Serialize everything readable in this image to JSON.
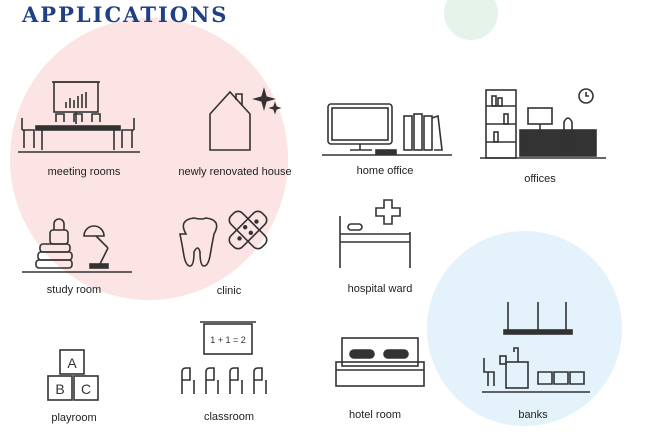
{
  "heading": "APPLICATIONS",
  "colors": {
    "heading": "#1f3f86",
    "circle_pink": "#fce3e4",
    "circle_green": "#e6f3ea",
    "circle_blue": "#e4f2fc",
    "icon_stroke": "#333333"
  },
  "applications": [
    {
      "label": "meeting rooms",
      "icon": "meeting-room-icon"
    },
    {
      "label": "newly renovated house",
      "icon": "house-icon"
    },
    {
      "label": "home office",
      "icon": "home-office-icon"
    },
    {
      "label": "offices",
      "icon": "office-icon"
    },
    {
      "label": "study room",
      "icon": "study-room-icon"
    },
    {
      "label": "clinic",
      "icon": "clinic-icon"
    },
    {
      "label": "hospital ward",
      "icon": "hospital-bed-icon"
    },
    {
      "label": "playroom",
      "icon": "toy-blocks-icon"
    },
    {
      "label": "classroom",
      "icon": "classroom-icon"
    },
    {
      "label": "hotel room",
      "icon": "hotel-bed-icon"
    },
    {
      "label": "banks",
      "icon": "bank-counter-icon"
    }
  ],
  "icon_text": {
    "board_equation": "1 + 1 = 2",
    "blocks": [
      "A",
      "B",
      "C"
    ]
  }
}
